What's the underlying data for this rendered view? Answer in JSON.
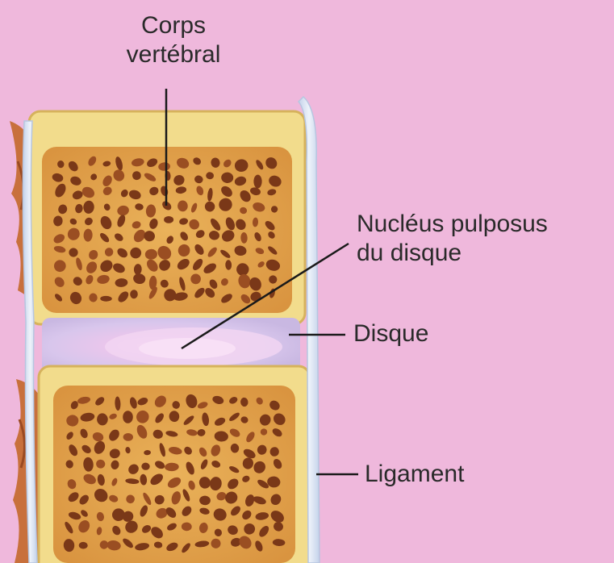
{
  "labels": {
    "vertebral_body_line1": "Corps",
    "vertebral_body_line2": "vertébral",
    "nucleus_line1": "Nucléus pulposus",
    "nucleus_line2": "du disque",
    "disc": "Disque",
    "ligament": "Ligament"
  },
  "colors": {
    "background": "#efb8dc",
    "bone_cortex": "#f3dc8a",
    "bone_marrow": "#e6a84c",
    "trabecular_holes": "#7a3a1a",
    "disc": "#dcc8ec",
    "nucleus": "#eec8ee",
    "ligament": "#d8e4f2",
    "posterior_tissue": "#c76a3a"
  }
}
